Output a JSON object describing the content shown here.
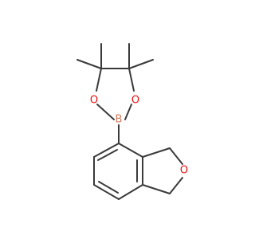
{
  "atoms": {
    "boron": "B",
    "oxygen_ring_left": "O",
    "oxygen_ring_right": "O",
    "oxygen_furan": "O"
  },
  "colors": {
    "bond": "#3a3a3a",
    "oxygen": "#e8100e",
    "boron": "#d17b5c",
    "background": "#ffffff"
  }
}
